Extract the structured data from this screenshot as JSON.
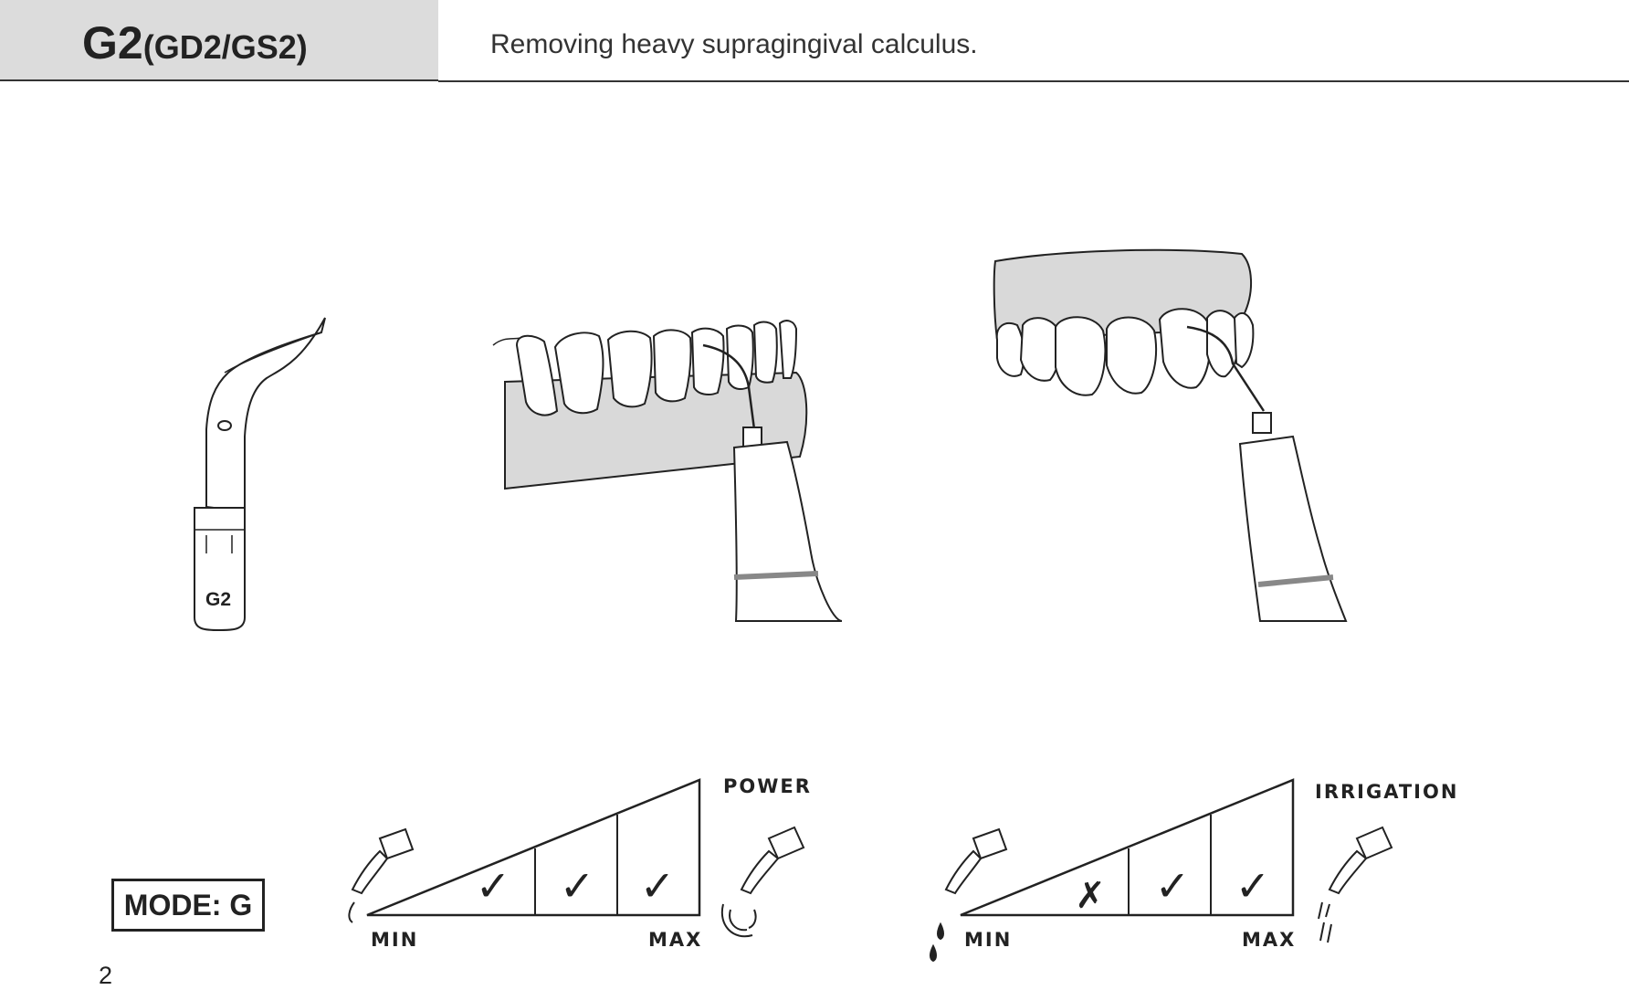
{
  "header": {
    "model": "G2",
    "variants": "(GD2/GS2)",
    "description": "Removing heavy supragingival calculus."
  },
  "tip_label": "G2",
  "mode": {
    "label": "MODE: G"
  },
  "power_scale": {
    "title": "POWER",
    "min_label": "MIN",
    "max_label": "MAX",
    "levels": [
      "",
      "✓",
      "✓",
      "✓"
    ]
  },
  "irrigation_scale": {
    "title": "IRRIGATION",
    "min_label": "MIN",
    "max_label": "MAX",
    "levels": [
      "",
      "✗",
      "✓",
      "✓"
    ]
  },
  "page_number": "2"
}
